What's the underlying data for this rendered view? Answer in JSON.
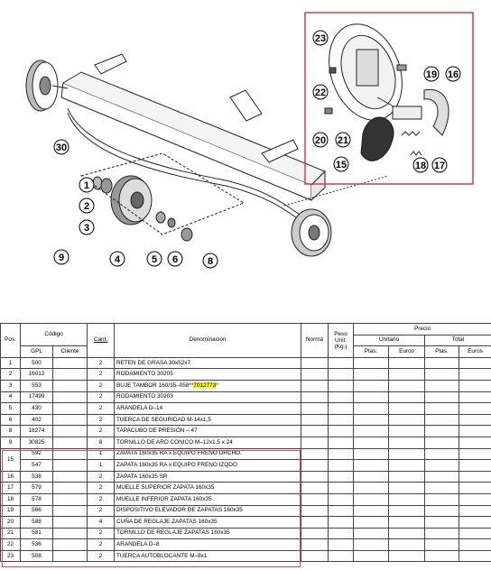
{
  "diagram": {
    "callouts": [
      "1",
      "2",
      "3",
      "4",
      "5",
      "6",
      "8",
      "9",
      "15",
      "16",
      "17",
      "18",
      "19",
      "20",
      "21",
      "22",
      "23",
      "30"
    ],
    "colors": {
      "highlight_frame": "#d9485a",
      "line": "#222222"
    }
  },
  "table": {
    "headers": {
      "pos": "Pos.",
      "codigo": "Código",
      "gpl": "GPL",
      "cliente": "Cliente",
      "cant": "Cant.",
      "denominacion": "Denominación",
      "norma": "Norma",
      "peso": "Peso Unit. (Kg.)",
      "precio": "Precio",
      "unitario": "Unitario",
      "total": "Total",
      "ptas": "Ptas.",
      "euros": "Euros"
    },
    "rows": [
      {
        "pos": "1",
        "gpl": "500",
        "cant": "2",
        "den": "RETEN DE GRASA 30x52x7"
      },
      {
        "pos": "2",
        "gpl": "16012",
        "cant": "2",
        "den": "RODAMIENTO 30205"
      },
      {
        "pos": "3",
        "gpl": "553",
        "cant": "2",
        "den": "BUJE TAMBOR 160/35–058**",
        "den_hl": "7012773",
        "den_end": "*"
      },
      {
        "pos": "4",
        "gpl": "17499",
        "cant": "2",
        "den": "RODAMIENTO 30203"
      },
      {
        "pos": "5",
        "gpl": "430",
        "cant": "2",
        "den": "ARANDELA D–14"
      },
      {
        "pos": "6",
        "gpl": "402",
        "cant": "2",
        "den": "TUERCA DE SEGURIDAD M-14x1,5"
      },
      {
        "pos": "8",
        "gpl": "18274",
        "cant": "2",
        "den": "TAPACUBO DE PRESIÓN – 47"
      },
      {
        "pos": "9",
        "gpl": "30825",
        "cant": "8",
        "den": "TORNILLO DE ARO CONICO M–12x1,5 x 24"
      },
      {
        "pos": "15",
        "gpl": "592",
        "cant": "1",
        "den": "ZAPATA 160x35 RA x EQUIPO FRENO DRCHO."
      },
      {
        "pos": "",
        "gpl": "547",
        "cant": "1",
        "den": "ZAPATA 160x35 RA x EQUIPO FRENO IZQDO"
      },
      {
        "pos": "16",
        "gpl": "538",
        "cant": "2",
        "den": "ZAPATA 160x35 SR"
      },
      {
        "pos": "17",
        "gpl": "579",
        "cant": "2",
        "den": "MUELLE SUPERIOR ZAPATA 160x35"
      },
      {
        "pos": "18",
        "gpl": "578",
        "cant": "2",
        "den": "MUELLE INFERIOR ZAPATA 160x35"
      },
      {
        "pos": "19",
        "gpl": "566",
        "cant": "2",
        "den": "DISPOSITIVO ELEVADOR DE ZAPATAS 160x35"
      },
      {
        "pos": "20",
        "gpl": "588",
        "cant": "4",
        "den": "CUÑA DE REGLAJE ZAPATAS 160x35"
      },
      {
        "pos": "21",
        "gpl": "581",
        "cant": "2",
        "den": "TORNILLO DE REGLAJE ZAPATAS 160x35"
      },
      {
        "pos": "22",
        "gpl": "536",
        "cant": "2",
        "den": "ARANDELA D–8"
      },
      {
        "pos": "23",
        "gpl": "508",
        "cant": "2",
        "den": "TUERCA AUTOBLOCANTE M–8x1"
      }
    ]
  }
}
